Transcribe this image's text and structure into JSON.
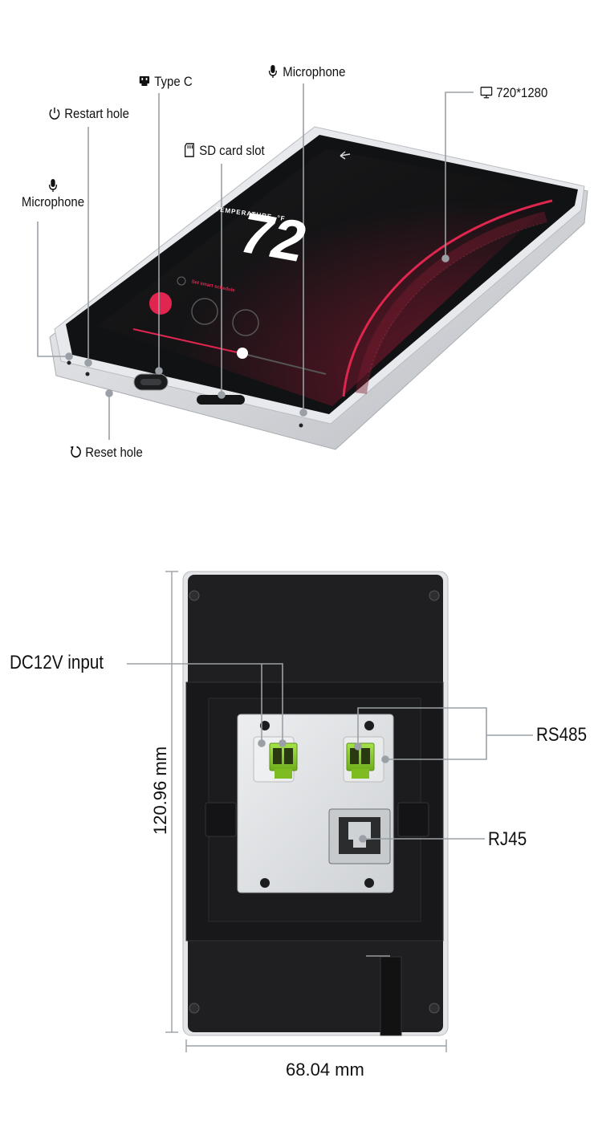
{
  "front_view": {
    "labels": {
      "type_c": "Type C",
      "microphone_top": "Microphone",
      "restart_hole": "Restart hole",
      "resolution": "720*1280",
      "sd_card_slot": "SD card slot",
      "microphone_left": "Microphone",
      "reset_hole": "Reset hole"
    },
    "screen": {
      "temperature_caption": "TEMPERATURE, °F",
      "temperature_value": "72",
      "schedule_text": "Set smart schedule"
    },
    "icons": [
      "usb-icon",
      "microphone-icon",
      "power-icon",
      "monitor-icon",
      "sd-card-icon",
      "reset-icon"
    ]
  },
  "back_view": {
    "labels": {
      "dc_input": "DC12V input",
      "rs485": "RS485",
      "rj45": "RJ45"
    },
    "dimensions": {
      "height": "120.96 mm",
      "width": "68.04 mm"
    }
  },
  "colors": {
    "accent_red": "#e0264f",
    "terminal_green": "#8fd12a",
    "body_dark": "#1f1f21",
    "frame_silver": "#d9dbde"
  }
}
